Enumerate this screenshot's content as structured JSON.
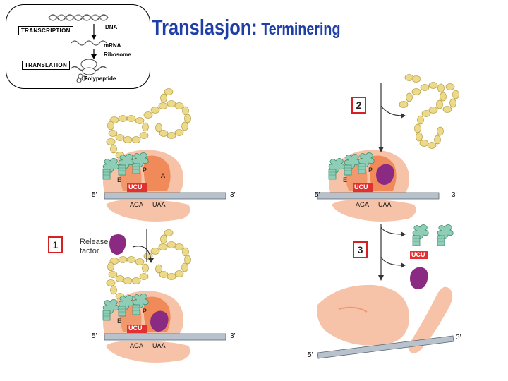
{
  "title": {
    "main": "Translasjon:",
    "sub": " Terminering"
  },
  "inset": {
    "transcription": "TRANSCRIPTION",
    "translation": "TRANSLATION",
    "dna": "DNA",
    "mrna": "mRNA",
    "ribosome": "Ribosome",
    "polypeptide": "Polypeptide"
  },
  "steps": [
    "1",
    "2",
    "3"
  ],
  "release_factor": [
    "Release",
    "factor"
  ],
  "labels": {
    "five_prime": "5′",
    "three_prime": "3′",
    "e_site": "E",
    "p_site": "P",
    "a_site": "A",
    "anticodon": "UCU",
    "codon": "AGA",
    "stop_codon": "UAA"
  },
  "colors": {
    "title": "#1f3fa6",
    "step_border": "#d42121",
    "ribosome": "#f7c3a8",
    "ribosome_dark": "#f08a59",
    "trna": "#8fcdb6",
    "release_factor": "#8a2a82",
    "anticodon_box": "#e23030",
    "polypeptide": "#ecd98a",
    "mrna": "#b8c2cc"
  }
}
